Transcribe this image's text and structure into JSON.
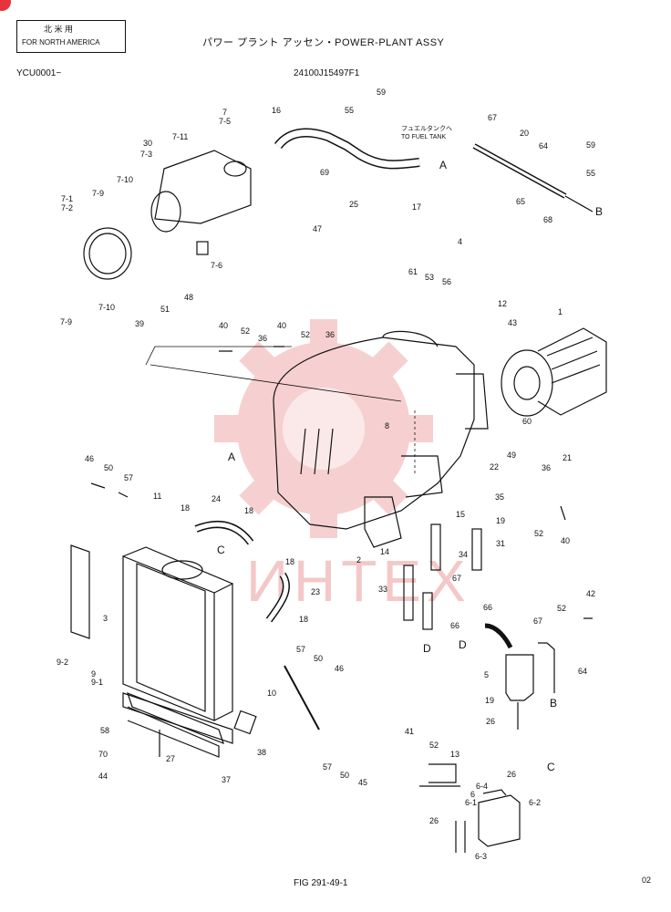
{
  "header": {
    "box_line1": "北 米 用",
    "box_line2": "FOR NORTH AMERICA",
    "title": "パワー  プラント アッセン・POWER-PLANT  ASSY",
    "serial": "YCU0001~",
    "part_no": "24100J15497F1"
  },
  "fuel_tank_note": {
    "jp": "フュエルタンクへ",
    "en": "TO FUEL TANK"
  },
  "watermark": "ИНТЕХ",
  "footer": {
    "fig": "FIG 291-49-1",
    "page": "02"
  },
  "callouts": [
    {
      "label": "59"
    },
    {
      "label": "55"
    },
    {
      "label": "16"
    },
    {
      "label": "7"
    },
    {
      "label": "7-5"
    },
    {
      "label": "7-11"
    },
    {
      "label": "30"
    },
    {
      "label": "7-3"
    },
    {
      "label": "7-10"
    },
    {
      "label": "7-9"
    },
    {
      "label": "7-1"
    },
    {
      "label": "7-2"
    },
    {
      "label": "7-6"
    },
    {
      "label": "7-10"
    },
    {
      "label": "7-9"
    },
    {
      "label": "69"
    },
    {
      "label": "25"
    },
    {
      "label": "17"
    },
    {
      "label": "47"
    },
    {
      "label": "A"
    },
    {
      "label": "67"
    },
    {
      "label": "20"
    },
    {
      "label": "64"
    },
    {
      "label": "59"
    },
    {
      "label": "55"
    },
    {
      "label": "65"
    },
    {
      "label": "68"
    },
    {
      "label": "B"
    },
    {
      "label": "4"
    },
    {
      "label": "61"
    },
    {
      "label": "53"
    },
    {
      "label": "56"
    },
    {
      "label": "12"
    },
    {
      "label": "43"
    },
    {
      "label": "1"
    },
    {
      "label": "48"
    },
    {
      "label": "51"
    },
    {
      "label": "39"
    },
    {
      "label": "40"
    },
    {
      "label": "52"
    },
    {
      "label": "40"
    },
    {
      "label": "52"
    },
    {
      "label": "36"
    },
    {
      "label": "36"
    },
    {
      "label": "8"
    },
    {
      "label": "A"
    },
    {
      "label": "60"
    },
    {
      "label": "49"
    },
    {
      "label": "22"
    },
    {
      "label": "21"
    },
    {
      "label": "46"
    },
    {
      "label": "50"
    },
    {
      "label": "57"
    },
    {
      "label": "11"
    },
    {
      "label": "18"
    },
    {
      "label": "24"
    },
    {
      "label": "18"
    },
    {
      "label": "36"
    },
    {
      "label": "35"
    },
    {
      "label": "15"
    },
    {
      "label": "19"
    },
    {
      "label": "31"
    },
    {
      "label": "34"
    },
    {
      "label": "2"
    },
    {
      "label": "52"
    },
    {
      "label": "40"
    },
    {
      "label": "C"
    },
    {
      "label": "18"
    },
    {
      "label": "14"
    },
    {
      "label": "23"
    },
    {
      "label": "33"
    },
    {
      "label": "67"
    },
    {
      "label": "3"
    },
    {
      "label": "18"
    },
    {
      "label": "66"
    },
    {
      "label": "66"
    },
    {
      "label": "D"
    },
    {
      "label": "52"
    },
    {
      "label": "42"
    },
    {
      "label": "67"
    },
    {
      "label": "D"
    },
    {
      "label": "9-2"
    },
    {
      "label": "9"
    },
    {
      "label": "9-1"
    },
    {
      "label": "57"
    },
    {
      "label": "50"
    },
    {
      "label": "46"
    },
    {
      "label": "10"
    },
    {
      "label": "5"
    },
    {
      "label": "64"
    },
    {
      "label": "19"
    },
    {
      "label": "B"
    },
    {
      "label": "26"
    },
    {
      "label": "58"
    },
    {
      "label": "27"
    },
    {
      "label": "38"
    },
    {
      "label": "70"
    },
    {
      "label": "44"
    },
    {
      "label": "37"
    },
    {
      "label": "57"
    },
    {
      "label": "50"
    },
    {
      "label": "45"
    },
    {
      "label": "41"
    },
    {
      "label": "52"
    },
    {
      "label": "13"
    },
    {
      "label": "C"
    },
    {
      "label": "26"
    },
    {
      "label": "6-4"
    },
    {
      "label": "6"
    },
    {
      "label": "6-1"
    },
    {
      "label": "6-2"
    },
    {
      "label": "26"
    },
    {
      "label": "6-3"
    }
  ]
}
